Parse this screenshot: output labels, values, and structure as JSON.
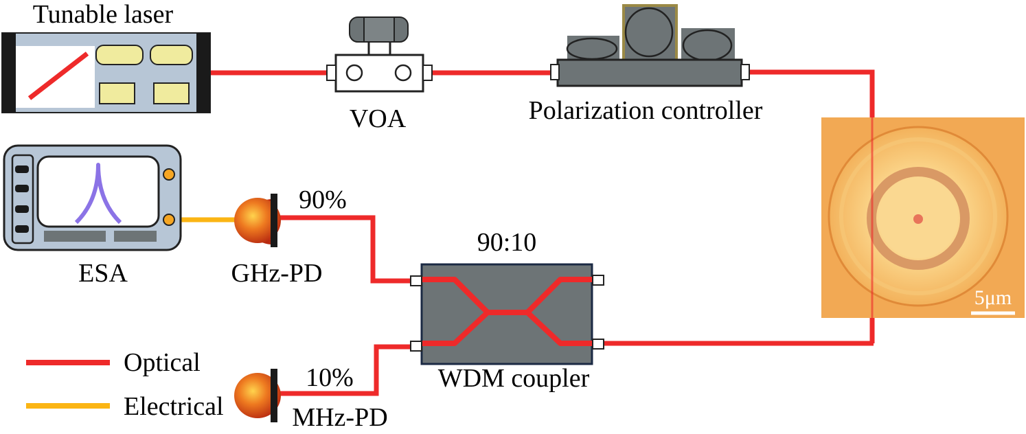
{
  "labels": {
    "tunable_laser": "Tunable laser",
    "voa": "VOA",
    "polarization_controller": "Polarization controller",
    "esa": "ESA",
    "ghz_pd": "GHz-PD",
    "mhz_pd": "MHz-PD",
    "ratio_90": "90%",
    "ratio_10": "10%",
    "coupler_ratio": "90:10",
    "wdm_coupler": "WDM coupler",
    "scale_bar": "5μm"
  },
  "legend": {
    "optical": "Optical",
    "electrical": "Electrical"
  },
  "colors": {
    "optical": "#ee2a2a",
    "electrical": "#fbb514",
    "device_gray": "#6d7476",
    "panel_blue": "#b7c6d6",
    "button_yellow": "#f0eb9e",
    "esa_trace": "#8b73e6",
    "microscope_bg": "#f3ad5a"
  },
  "icons": {
    "laser": "tunable-laser-icon",
    "attenuator": "voa-icon",
    "polarization": "polarization-controller-icon",
    "analyzer": "esa-icon",
    "photodetector": "photodetector-icon",
    "coupler": "coupler-icon",
    "microresonator": "microresonator-image"
  }
}
